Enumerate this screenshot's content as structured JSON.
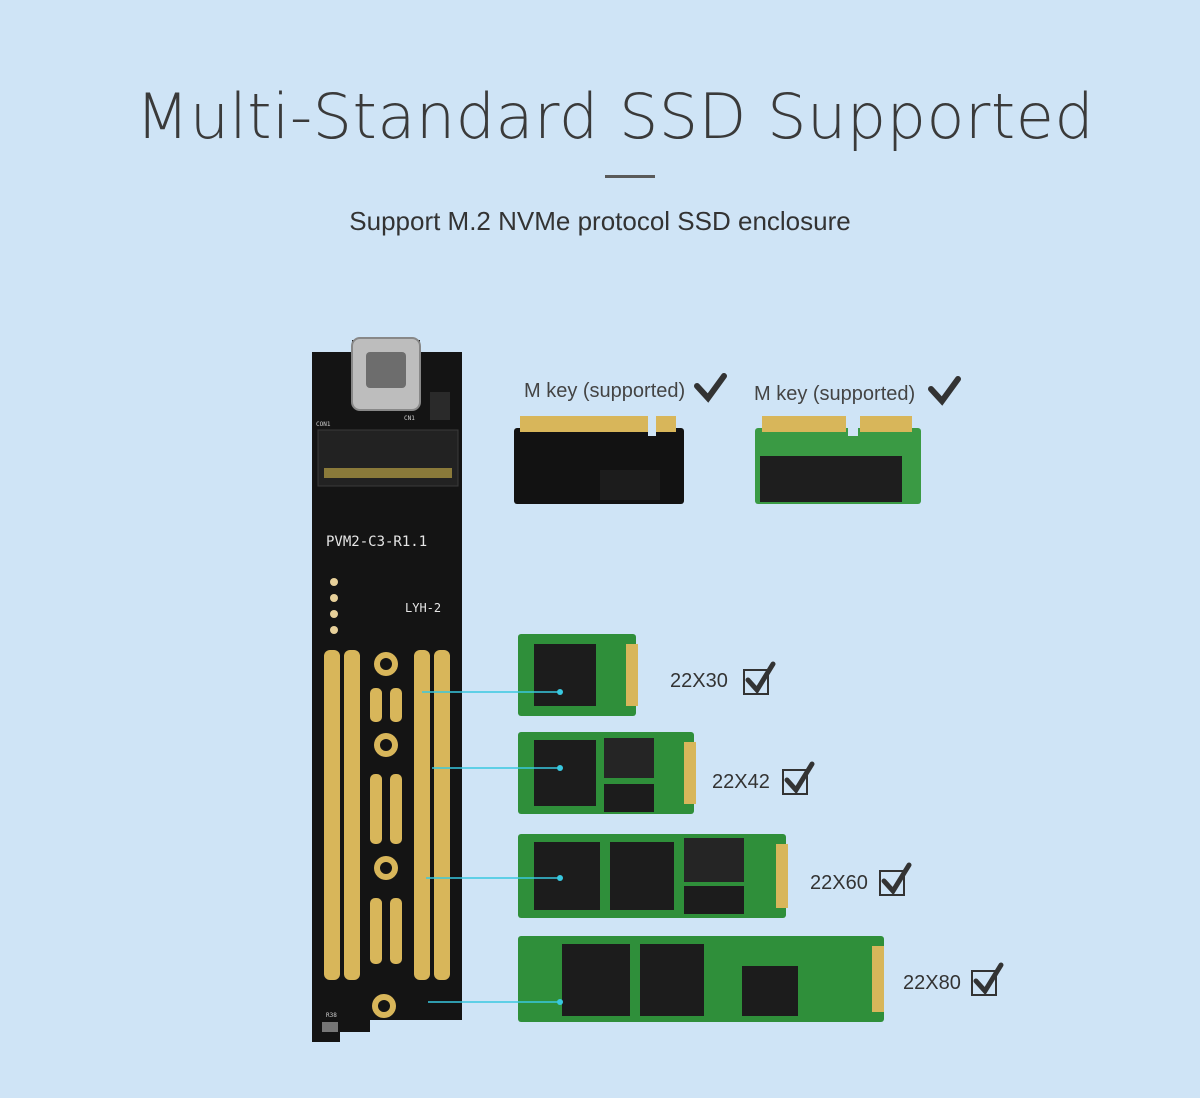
{
  "header": {
    "title": "Multi-Standard SSD Supported",
    "subtitle": "Support M.2 NVMe protocol SSD enclosure"
  },
  "board": {
    "model": "PVM2-C3-R1.1",
    "code": "LYH-2",
    "silk_con1": "CON1",
    "silk_cn1": "CN1",
    "silk_r38": "R38"
  },
  "keys": [
    {
      "label": "M key (supported)"
    },
    {
      "label": "M key (supported)"
    }
  ],
  "sizes": [
    {
      "label": "22X30"
    },
    {
      "label": "22X42"
    },
    {
      "label": "22X60"
    },
    {
      "label": "22X80"
    }
  ],
  "colors": {
    "background": "#cfe4f6",
    "pcb_black": "#141414",
    "pcb_green": "#2f8f3a",
    "gold": "#d8b65a",
    "leader_line": "#38c8e0"
  }
}
